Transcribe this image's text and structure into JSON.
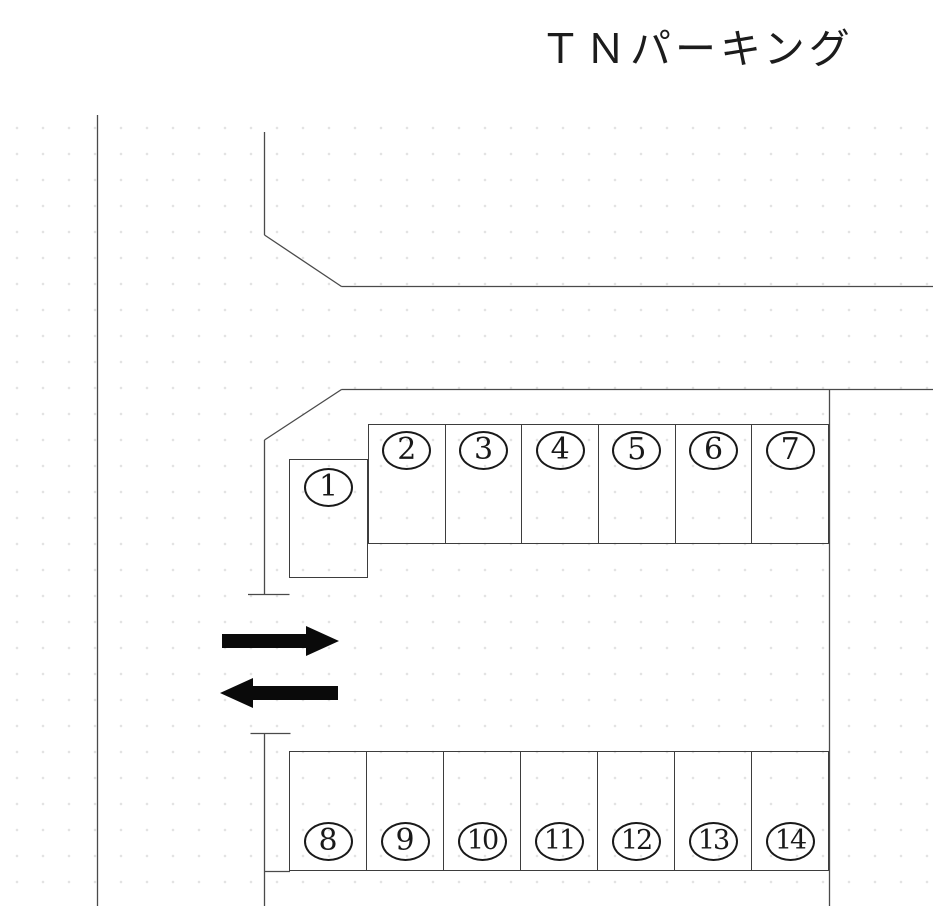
{
  "title": "ＴＮパーキング",
  "colors": {
    "background": "#ffffff",
    "structure_line": "#4a4a4a",
    "space_border": "#3d3d3d",
    "number_ink": "#191919",
    "arrow_fill": "#0a0a0a",
    "grid_dot": "#e3e3e3"
  },
  "parking": {
    "space_1_label": "1",
    "top_row_labels": [
      "2",
      "3",
      "4",
      "5",
      "6",
      "7"
    ],
    "bottom_row_labels": [
      "8",
      "9",
      "10",
      "11",
      "12",
      "13",
      "14"
    ]
  },
  "icons": {
    "entry": "arrow-right-icon",
    "exit": "arrow-left-icon"
  }
}
